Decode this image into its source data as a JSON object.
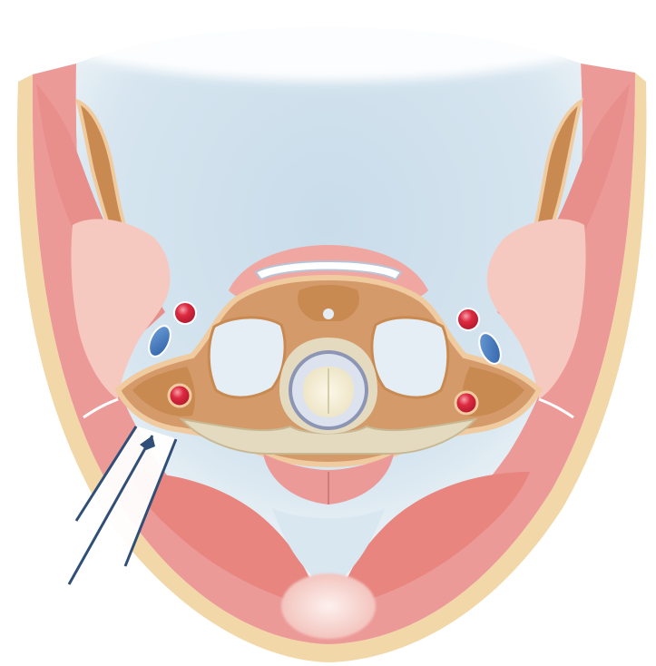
{
  "colors": {
    "background": "#ffffff",
    "skin": "#f2d8a8",
    "muscle": "#ec9a98",
    "muscle_light": "#f3b6ae",
    "fat_pink": "#f6c9c0",
    "bone": "#d49a6a",
    "bone_outline": "#f0cba0",
    "bone_marrow": "#c98a52",
    "cavity": "#cfe0ec",
    "cavity_light": "#e7f0f6",
    "spinal_canal_ring": "#8c96b4",
    "spinal_cord": "#f6f0dc",
    "ligament": "#e4dac0",
    "artery": "#d8283c",
    "vein": "#3a6fb6",
    "needle_line": "#2f4f78"
  },
  "icons": [
    "needle-arrows",
    "artery-dot",
    "vein-dot"
  ]
}
